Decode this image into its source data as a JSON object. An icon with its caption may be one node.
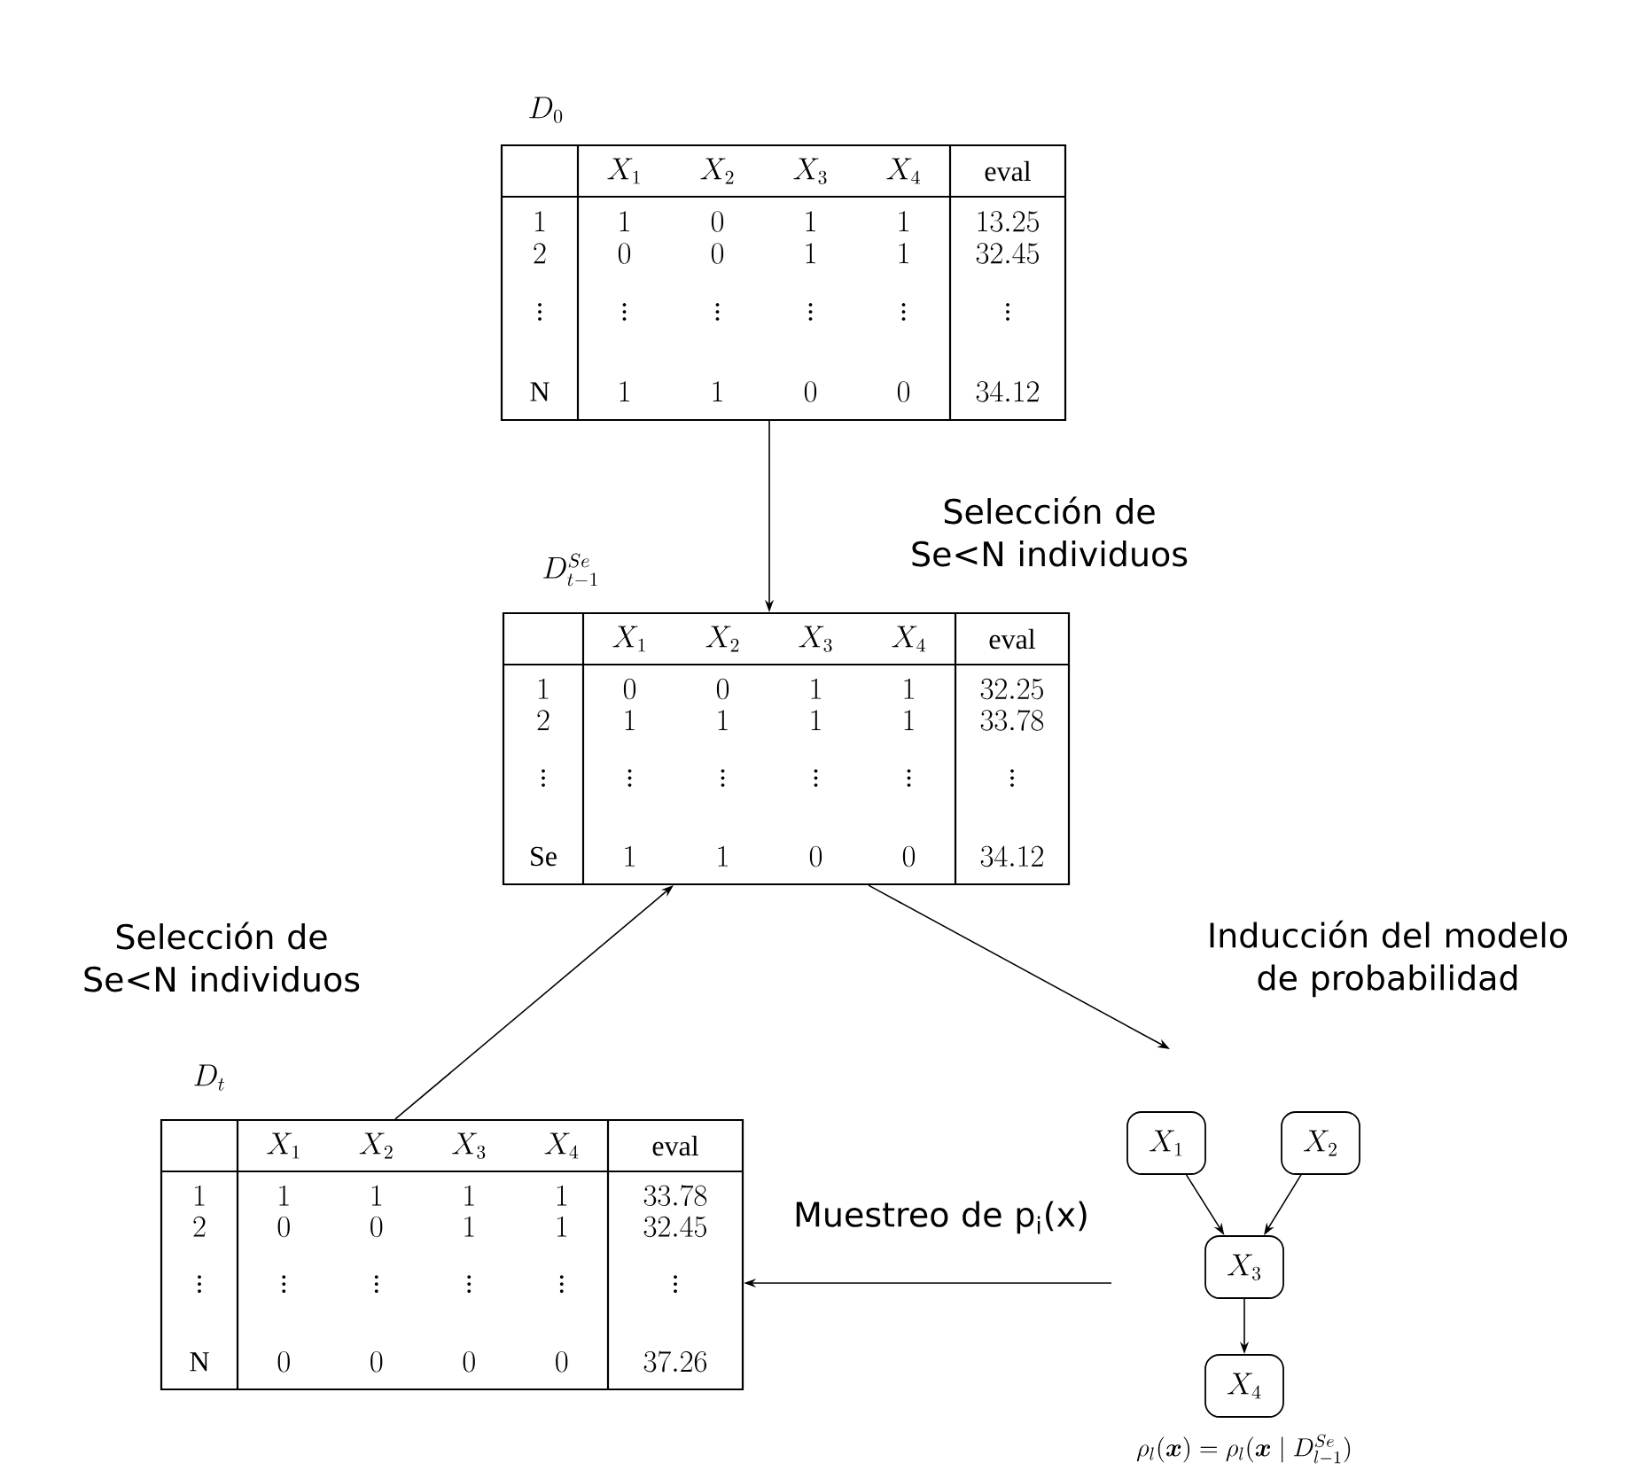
{
  "diagram": {
    "nodes": [
      {
        "text": [
          "D_0",
          "X_1",
          "X_2",
          "X_3",
          "X_4",
          "\\mathrm{eval}",
          "1",
          "1",
          "0",
          "1",
          "1",
          "13.25",
          "2",
          "0",
          "0",
          "1",
          "1",
          "32.45",
          "\\vdots",
          "\\vdots",
          "\\vdots",
          "\\vdots",
          "\\vdots",
          "\\vdots",
          "\\mathrm{N}",
          "1",
          "1",
          "0",
          "0",
          "34.12"
        ]
      },
      {
        "text": [
          "D_{t-1}^{Se}",
          "X_1",
          "X_2",
          "X_3",
          "X_4",
          "\\mathrm{eval}",
          "1",
          "0",
          "0",
          "1",
          "1",
          "32.25",
          "2",
          "1",
          "1",
          "1",
          "1",
          "33.78",
          "\\vdots",
          "\\vdots",
          "\\vdots",
          "\\vdots",
          "\\vdots",
          "\\vdots",
          "\\mathrm{Se}",
          "1",
          "1",
          "0",
          "0",
          "34.12"
        ]
      },
      {
        "text": [
          "D_t",
          "X_1",
          "X_2",
          "X_3",
          "X_4",
          "\\mathrm{eval}",
          "1",
          "1",
          "1",
          "1",
          "1",
          "33.78",
          "2",
          "0",
          "0",
          "1",
          "1",
          "32.45",
          "\\vdots",
          "\\vdots",
          "\\vdots",
          "\\vdots",
          "\\vdots",
          "\\vdots",
          "\\mathrm{N}",
          "0",
          "0",
          "0",
          "0",
          "37.26"
        ]
      },
      {
        "text": [
          "X_1"
        ]
      },
      {
        "text": [
          "X_2"
        ]
      },
      {
        "text": [
          "X_3"
        ]
      },
      {
        "text": [
          "X_4"
        ]
      }
    ],
    "edges": [
      {
        "from": 0,
        "to": 1,
        "arrow": "to",
        "label": "Selección de Se<N individuos"
      },
      {
        "from": 1,
        "to": null,
        "arrow": "to",
        "label": "Inducción del modelo de probabilidad"
      },
      {
        "from": null,
        "to": 2,
        "arrow": "to",
        "label": "Muestreo de p$_{i}$(x)"
      },
      {
        "from": 2,
        "to": 1,
        "arrow": "to",
        "label": "Selección de Se<N individuos"
      },
      {
        "from": 3,
        "to": 5,
        "arrow": "to"
      },
      {
        "from": 4,
        "to": 5,
        "arrow": "to"
      },
      {
        "from": 5,
        "to": 6,
        "arrow": "to"
      }
    ],
    "labels": [
      "\\rho_l(\\boldsymbol{x}) = \\rho_l(\\boldsymbol{x} \\mid D_{l-1}^{Se})"
    ]
  }
}
